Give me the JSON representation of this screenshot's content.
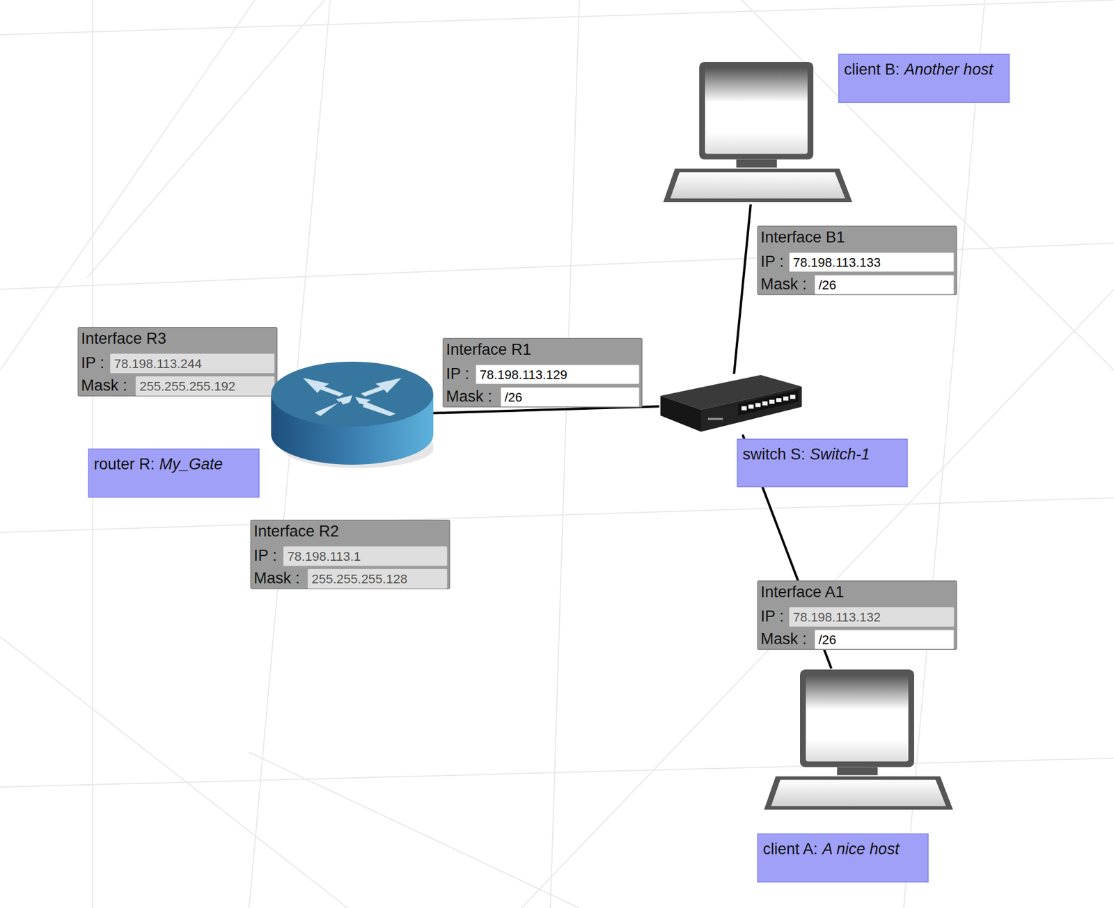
{
  "diagram": {
    "nodes": [
      {
        "text": [
          "client B:",
          "Another host"
        ]
      },
      {
        "text": [
          "Interface B1",
          "IP :",
          "78.198.113.133",
          "Mask :",
          "/26"
        ]
      },
      {
        "text": [
          "Interface R3",
          "IP :",
          "78.198.113.244",
          "Mask :",
          "255.255.255.192"
        ]
      },
      {
        "text": [
          "Interface R1",
          "IP :",
          "78.198.113.129",
          "Mask :",
          "/26"
        ]
      },
      {
        "text": [
          "router R:",
          "My_Gate"
        ]
      },
      {
        "text": [
          "switch S:",
          "Switch-1"
        ]
      },
      {
        "text": [
          "Interface R2",
          "IP :",
          "78.198.113.1",
          "Mask :",
          "255.255.255.128"
        ]
      },
      {
        "text": [
          "Interface A1",
          "IP :",
          "78.198.113.132",
          "Mask :",
          "/26"
        ]
      },
      {
        "text": [
          "client A:",
          "A nice host"
        ]
      }
    ],
    "edges": [
      {
        "from": 4,
        "to": 5,
        "arrow": "none"
      },
      {
        "from": 5,
        "to": 0,
        "arrow": "none"
      },
      {
        "from": 5,
        "to": 8,
        "arrow": "none"
      }
    ]
  }
}
